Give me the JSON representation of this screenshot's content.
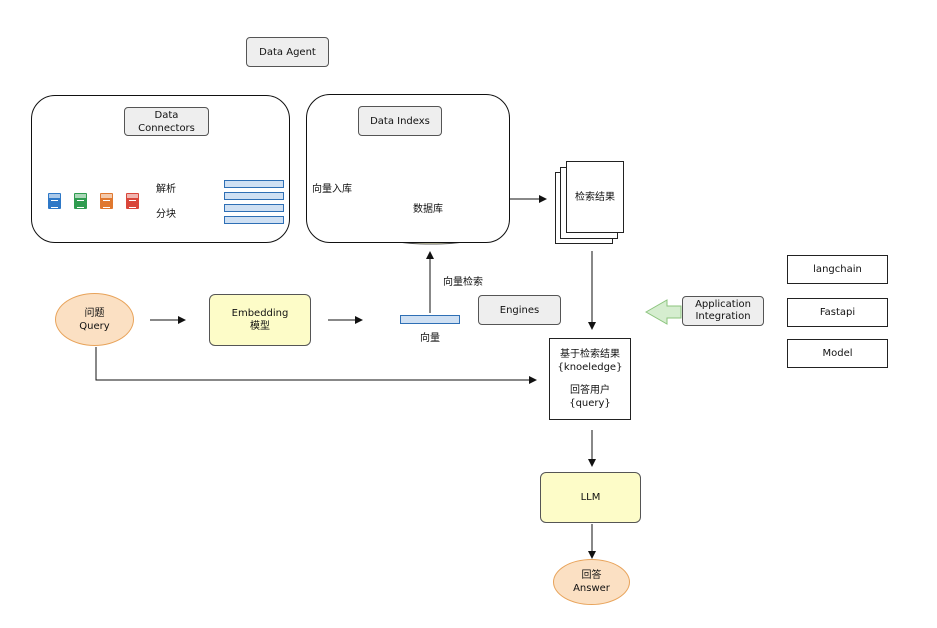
{
  "data_agent": "Data Agent",
  "data_connectors": {
    "title": "Data Connectors",
    "parse_label": "解析",
    "chunk_label": "分块",
    "file_icons": [
      {
        "name": "doc-file-icon",
        "color": "#2e78c7"
      },
      {
        "name": "xls-file-icon",
        "color": "#2f9c4f"
      },
      {
        "name": "ppt-file-icon",
        "color": "#e0782f"
      },
      {
        "name": "pdf-file-icon",
        "color": "#d9463a"
      }
    ]
  },
  "data_indexes": {
    "title": "Data Indexs",
    "ingest_label": "向量入库",
    "database_label": "数据库"
  },
  "search_results": "检索结果",
  "query_node": {
    "line1": "问题",
    "line2": "Query"
  },
  "embedding": {
    "line1": "Embedding",
    "line2": "模型"
  },
  "vector_label": "向量",
  "vector_search_label": "向量检索",
  "engines": "Engines",
  "prompt": {
    "line1": "基于检索结果",
    "line2": "{knoeledge}",
    "line3": "回答用户",
    "line4": "{query}"
  },
  "llm": "LLM",
  "answer_node": {
    "line1": "回答",
    "line2": "Answer"
  },
  "application_integration": {
    "line1": "Application",
    "line2": "Integration"
  },
  "integrations": [
    "langchain",
    "Fastapi",
    "Model"
  ],
  "colors": {
    "yellow_fill": "#fdfcc8",
    "orange_fill": "#fbe0c3",
    "green_arrow": "#d5edcf",
    "vector_fill": "#cfe0f3"
  }
}
